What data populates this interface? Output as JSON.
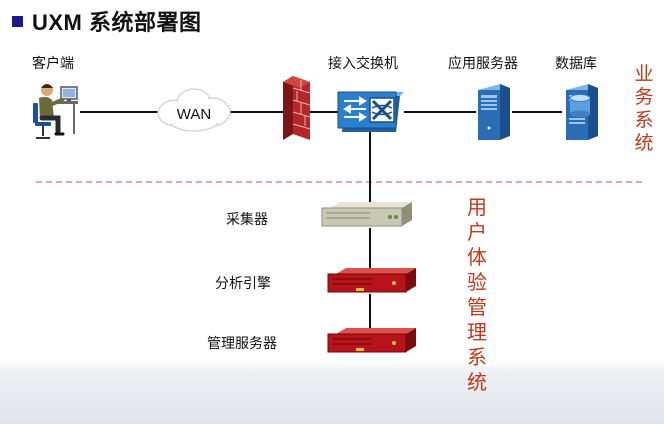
{
  "title": "UXM 系统部署图",
  "top_labels": {
    "client": "客户端",
    "switch": "接入交换机",
    "app_server": "应用服务器",
    "database": "数据库"
  },
  "wan_label": "WAN",
  "lower_labels": {
    "collector": "采集器",
    "analysis_engine": "分析引擎",
    "management_server": "管理服务器"
  },
  "side_labels": {
    "business_system": "业务系统",
    "user_experience_system": "用户体验管理系统"
  },
  "colors": {
    "side_text": "#c0391b",
    "title_bullet": "#1a1a8c",
    "switch_blue": "#2b7fd0",
    "server_blue": "#2a6db4",
    "firewall_red": "#b3262a",
    "appliance_red": "#b8121a",
    "appliance_gray": "#c9c8b4"
  }
}
